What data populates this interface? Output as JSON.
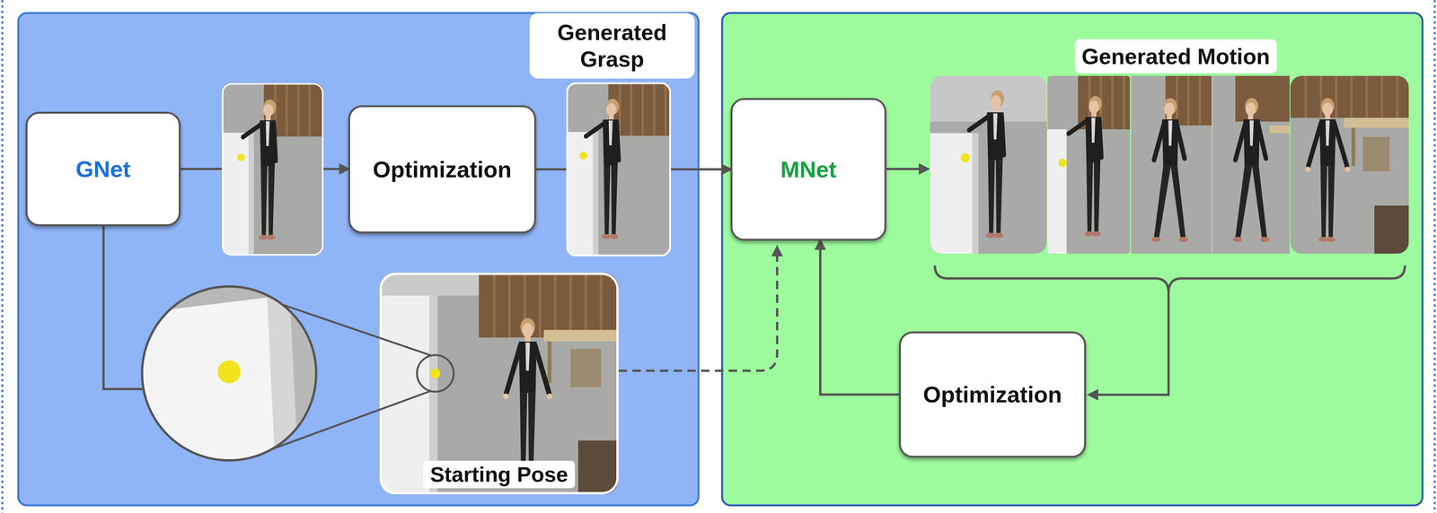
{
  "diagram": {
    "nodes": [
      {
        "text": [
          "GNet"
        ]
      },
      {
        "text": [
          "Optimization"
        ]
      },
      {
        "text": [
          "MNet"
        ]
      },
      {
        "text": [
          "Optimization"
        ]
      }
    ],
    "edges": [
      {
        "from": 0,
        "to": 1,
        "arrow": "to"
      },
      {
        "from": 1,
        "to": 2,
        "arrow": "to"
      },
      {
        "from": 3,
        "to": 2,
        "arrow": "to"
      }
    ],
    "labels": [
      "Generated Grasp",
      "Generated Motion",
      "Starting Pose"
    ]
  }
}
